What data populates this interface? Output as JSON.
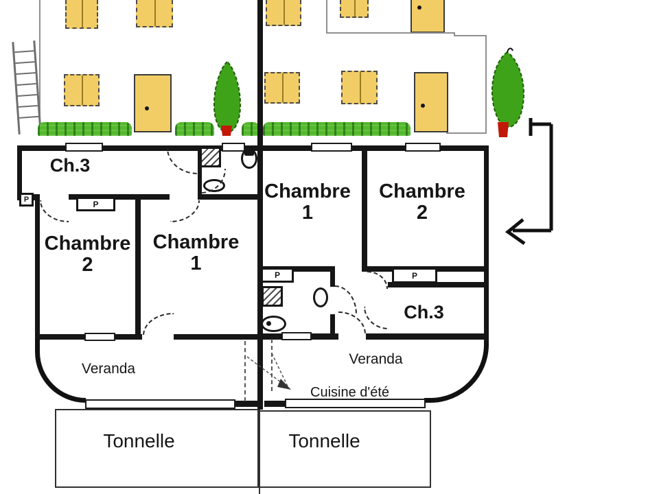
{
  "colors": {
    "wall": "#161616",
    "joinery_yellow": "#F2CD66",
    "hedge_green": "#54B92D",
    "tree_green": "#3FA31A",
    "trunk_red": "#C21807",
    "facade_outline_grey": "#8f8f8f"
  },
  "left_unit": {
    "ch3_label": "Ch.3",
    "chambre2_line1": "Chambre",
    "chambre2_line2": "2",
    "chambre1_line1": "Chambre",
    "chambre1_line2": "1",
    "closet_small_label": "P",
    "closet_label": "P",
    "veranda_label": "Veranda",
    "tonnelle_label": "Tonnelle"
  },
  "right_unit": {
    "chambre1_line1": "Chambre",
    "chambre1_line2": "1",
    "chambre2_line1": "Chambre",
    "chambre2_line2": "2",
    "ch3_label": "Ch.3",
    "closet_bath_label": "P",
    "closet_ch3_label": "P",
    "veranda_label": "Veranda",
    "summer_kitchen_label": "Cuisine d'été",
    "tonnelle_label": "Tonnelle"
  }
}
